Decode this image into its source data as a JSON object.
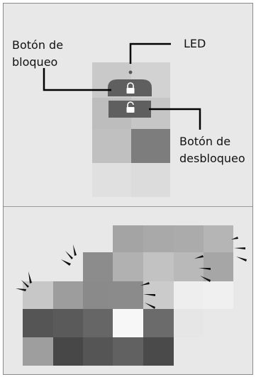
{
  "labels": {
    "lock_button": "Botón de\nbloqueo",
    "led": "LED",
    "unlock_button": "Botón de\ndesbloqueo"
  },
  "icons": {
    "lock": "lock-icon",
    "unlock": "unlock-icon",
    "indicator": "sparkle-lines-icon"
  },
  "colors": {
    "background": "#e8e8e8",
    "border": "#8a8a8a",
    "button": "#5f5f5f",
    "leader_line": "#000000"
  }
}
